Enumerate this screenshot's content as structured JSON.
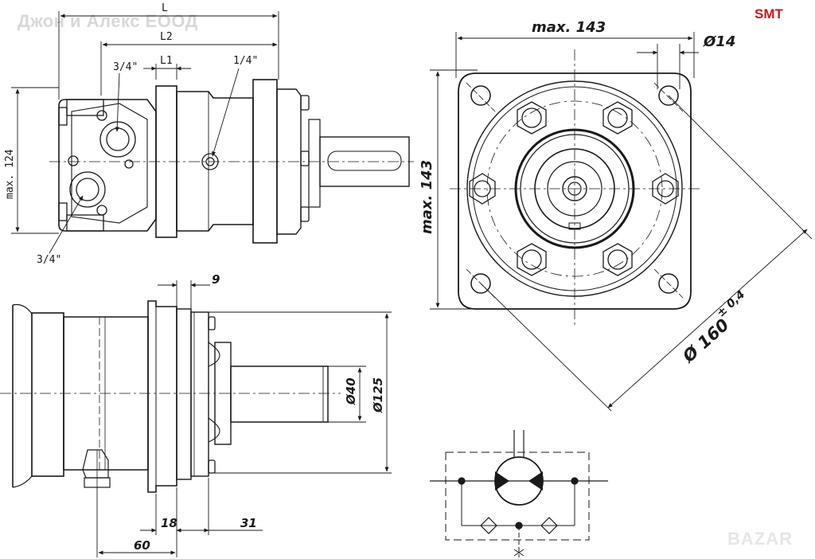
{
  "watermark": "Джон и Алекс ЕООД",
  "brand": {
    "text": "SMT",
    "color": "#d0161b"
  },
  "footer_watermark": "BAZAR",
  "side_view": {
    "dim_L": "L",
    "dim_L2": "L2",
    "dim_L1": "L1",
    "port_top": "3/4\"",
    "port_drain": "1/4\"",
    "port_bottom": "3/4\"",
    "height": "max. 124"
  },
  "front_view": {
    "width": "max. 143",
    "height": "max. 143",
    "hole": "Ø14",
    "bolt_circle": "Ø 160",
    "tolerance": "± 0,4"
  },
  "shaft_view": {
    "flange_gap": "9",
    "shaft_dia": "Ø40",
    "pilot_dia": "Ø125",
    "dim_18": "18",
    "dim_31": "31",
    "dim_60": "60"
  },
  "colors": {
    "line": "#1a1a1a",
    "brand": "#d0161b"
  }
}
